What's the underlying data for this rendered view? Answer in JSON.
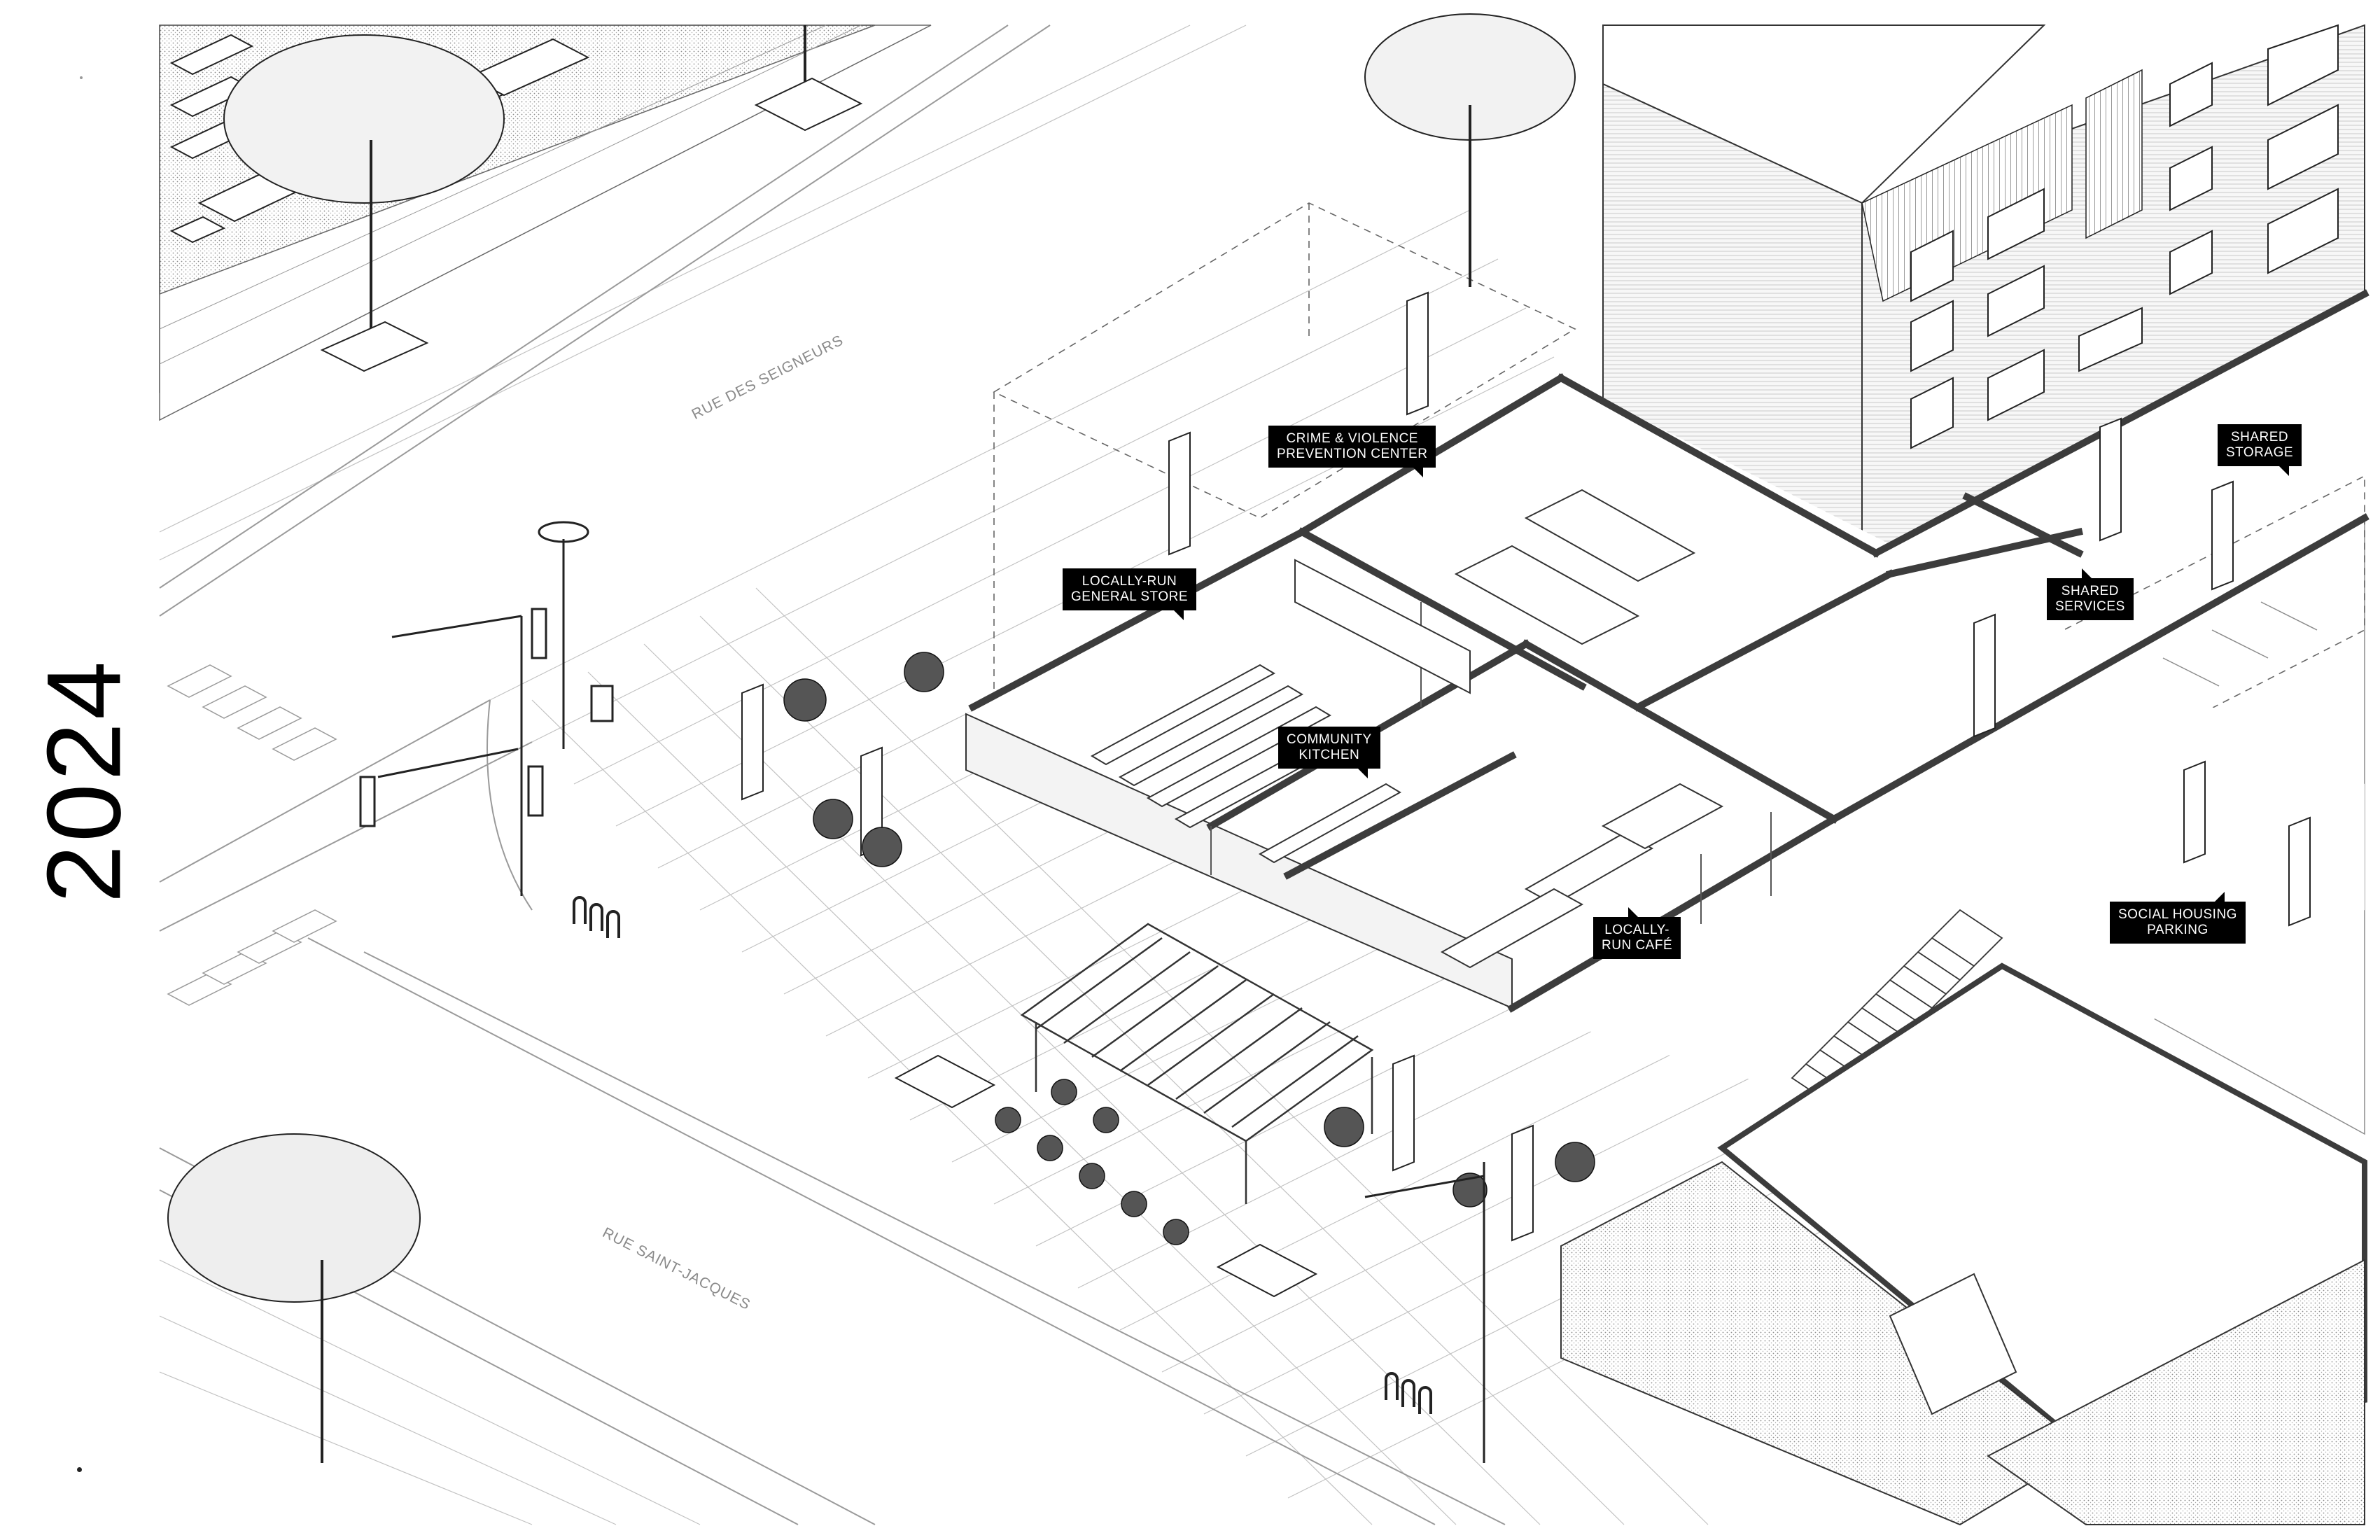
{
  "year": "2024",
  "streets": {
    "north": "RUE DES SEIGNEURS",
    "south": "RUE SAINT-JACQUES"
  },
  "labels": {
    "crime_center": [
      "CRIME & VIOLENCE",
      "PREVENTION CENTER"
    ],
    "general_store": [
      "LOCALLY-RUN",
      "GENERAL STORE"
    ],
    "community_kitchen": [
      "COMMUNITY",
      "KITCHEN"
    ],
    "cafe": [
      "LOCALLY-",
      "RUN CAFÉ"
    ],
    "shared_services": [
      "SHARED",
      "SERVICES"
    ],
    "shared_storage": [
      "SHARED",
      "STORAGE"
    ],
    "parking": [
      "SOCIAL HOUSING",
      "PARKING"
    ]
  },
  "colors": {
    "ink": "#111111",
    "light_line": "#b8b8b8",
    "paving": "#9a9a9a",
    "wall": "#3c3c3c",
    "label_bg": "#000000",
    "label_text": "#ffffff",
    "street_text": "#8a8a8a"
  }
}
